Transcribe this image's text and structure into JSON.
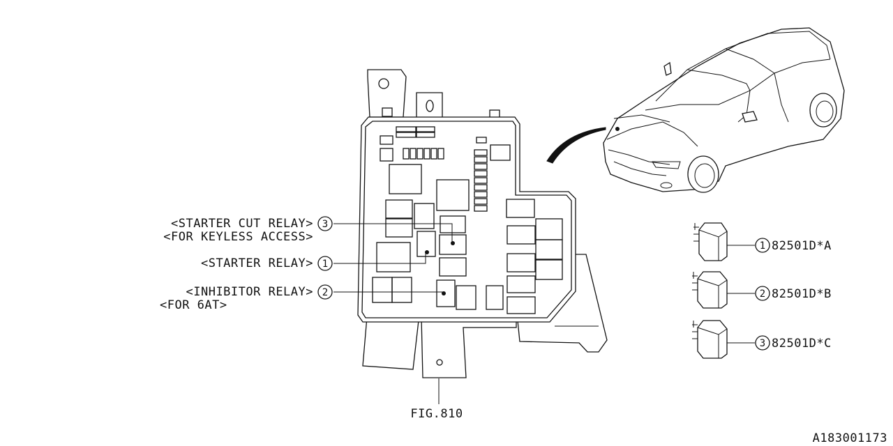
{
  "callouts": [
    {
      "num": "3",
      "line1": "<STARTER CUT RELAY>",
      "line2": "<FOR KEYLESS ACCESS>"
    },
    {
      "num": "1",
      "line1": "<STARTER RELAY>",
      "line2": ""
    },
    {
      "num": "2",
      "line1": "<INHIBITOR RELAY>",
      "line2": "<FOR 6AT>"
    }
  ],
  "parts": [
    {
      "num": "1",
      "part_no": "82501D*A"
    },
    {
      "num": "2",
      "part_no": "82501D*B"
    },
    {
      "num": "3",
      "part_no": "82501D*C"
    }
  ],
  "fig_ref": "FIG.810",
  "diagram_id": "A183001173"
}
